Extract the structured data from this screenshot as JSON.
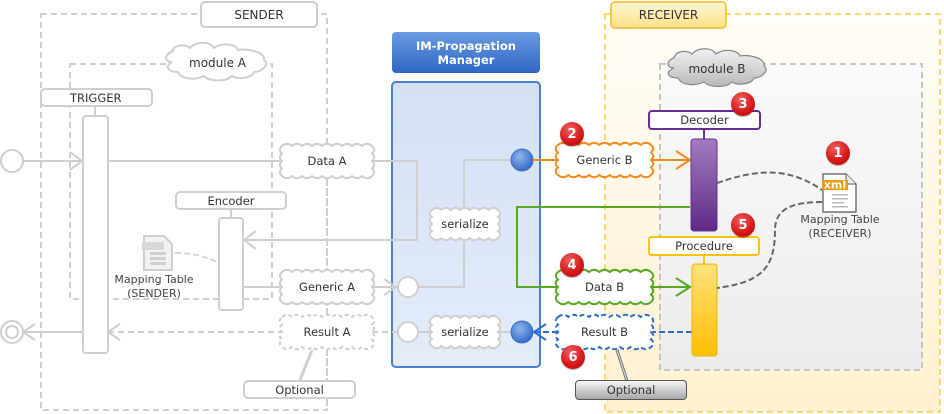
{
  "title": "IM-Propagation sequence diagram",
  "regions": {
    "sender": "SENDER",
    "receiver": "RECEIVER",
    "manager": "IM-Propagation Manager",
    "module_a": "module A",
    "module_b": "module B"
  },
  "lifelines": {
    "trigger": "TRIGGER",
    "encoder": "Encoder",
    "decoder": "Decoder",
    "procedure": "Procedure"
  },
  "messages": {
    "data_a": "Data A",
    "generic_a": "Generic A",
    "result_a": "Result A",
    "serialize_top": "serialize",
    "serialize_bottom": "serialize",
    "generic_b": "Generic B",
    "data_b": "Data B",
    "result_b": "Result B"
  },
  "notes": {
    "optional_a": "Optional",
    "optional_b": "Optional"
  },
  "documents": {
    "mapping_sender_line1": "Mapping Table",
    "mapping_sender_line2": "(SENDER)",
    "mapping_receiver_line1": "Mapping Table",
    "mapping_receiver_line2": "(RECEIVER)",
    "xml_badge": "xml"
  },
  "steps": [
    "1",
    "2",
    "3",
    "4",
    "5",
    "6"
  ],
  "colors": {
    "sender_gray": "#c8c8c8",
    "manager_blue": "#4a7fcf",
    "receiver_yellow": "#f5d060",
    "generic_b_orange": "#f58a1f",
    "data_b_green": "#58a822",
    "result_b_blue": "#2f6bc9",
    "decoder_purple": "#6b2d8f",
    "procedure_yellow": "#ffc20e",
    "step_badge_red": "#d81b1b"
  }
}
